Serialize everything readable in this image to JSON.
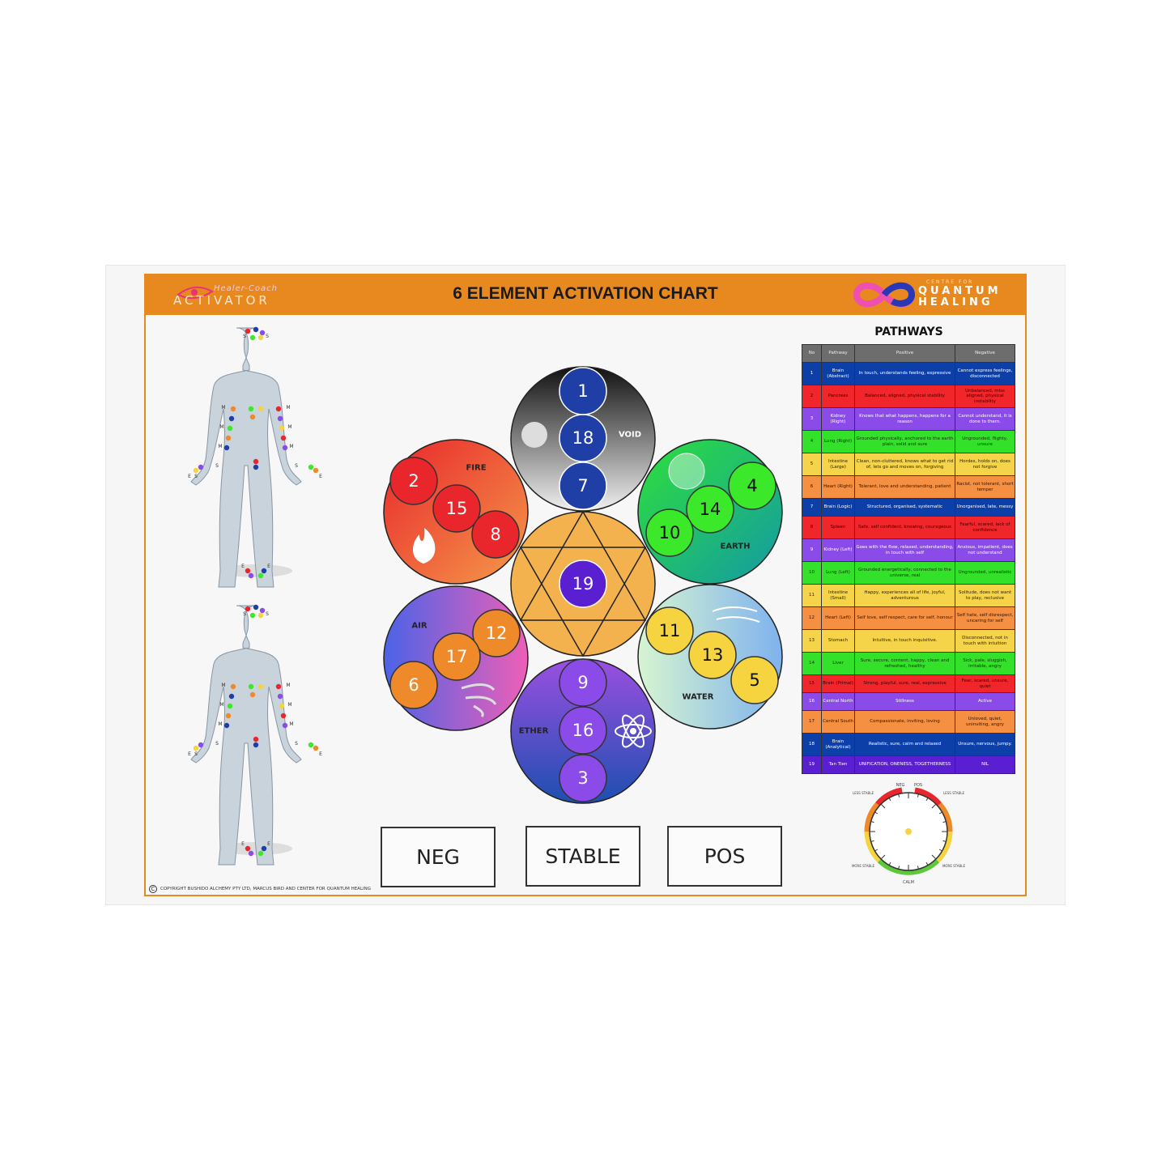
{
  "header": {
    "title": "6 ELEMENT ACTIVATION CHART",
    "logo_left": {
      "line1": "Healer-Coach",
      "line2": "ACTIVATOR"
    },
    "logo_right": {
      "line1": "CENTRE FOR",
      "line2": "QUANTUM",
      "line3": "HEALING"
    }
  },
  "elements": [
    {
      "name": "VOID",
      "color": "#111111",
      "gradient_to": "#f0f0f0",
      "dot_color": "#1f3fa6",
      "text_color": "#ffffff",
      "numbers": [
        "1",
        "18",
        "7"
      ]
    },
    {
      "name": "FIRE",
      "color": "#e8262b",
      "gradient_to": "#f59a4a",
      "dot_color": "#e8262b",
      "text_color": "#ffffff",
      "numbers": [
        "2",
        "15",
        "8"
      ]
    },
    {
      "name": "EARTH",
      "color": "#2ee03a",
      "gradient_to": "#139aa5",
      "dot_color": "#3be82a",
      "text_color": "#111111",
      "numbers": [
        "4",
        "14",
        "10"
      ]
    },
    {
      "name": "AIR",
      "color": "#4b63e8",
      "gradient_to": "#ee5fb6",
      "dot_color": "#ef8a2a",
      "text_color": "#ffffff",
      "numbers": [
        "12",
        "17",
        "6"
      ]
    },
    {
      "name": "WATER",
      "color": "#d6f5d0",
      "gradient_to": "#7fb2ee",
      "dot_color": "#f5d440",
      "text_color": "#111111",
      "numbers": [
        "11",
        "13",
        "5"
      ]
    },
    {
      "name": "ETHER",
      "color": "#9b4fe0",
      "gradient_to": "#1d4fb0",
      "dot_color": "#8a4be8",
      "text_color": "#ffffff",
      "numbers": [
        "9",
        "16",
        "3"
      ]
    }
  ],
  "center": {
    "number": "19",
    "color": "#f3b24e",
    "dot_color": "#5a1fd1"
  },
  "buttons": {
    "neg": "NEG",
    "stable": "STABLE",
    "pos": "POS"
  },
  "pathways": {
    "title": "PATHWAYS",
    "columns": [
      "No",
      "Pathway",
      "Positive",
      "Negative"
    ],
    "rows": [
      {
        "no": "1",
        "pathway": "Brain (Abstract)",
        "positive": "In touch, understands feeling, expressive",
        "negative": "Cannot express feelings, disconnected",
        "color": "#0d3fa8",
        "text": "#ffffff"
      },
      {
        "no": "2",
        "pathway": "Pancreas",
        "positive": "Balanced, aligned, physical stability",
        "negative": "Unbalanced, miss aligned, physical instability",
        "color": "#f0262a",
        "text": "#3a0000"
      },
      {
        "no": "3",
        "pathway": "Kidney (Right)",
        "positive": "Knows that what happens, happens for a reason",
        "negative": "Cannot understand, it is done to them.",
        "color": "#8a4be8",
        "text": "#ffffff"
      },
      {
        "no": "4",
        "pathway": "Lung (Right)",
        "positive": "Grounded physically, anchored to the earth plain, solid and sure",
        "negative": "Ungrounded, flighty, unsure",
        "color": "#33e02a",
        "text": "#113300"
      },
      {
        "no": "5",
        "pathway": "Intestine (Large)",
        "positive": "Clean, non-cluttered, knows what to get rid of, lets go and moves on, forgiving",
        "negative": "Hordes, holds on, does not forgive",
        "color": "#f5d44a",
        "text": "#332200"
      },
      {
        "no": "6",
        "pathway": "Heart (Right)",
        "positive": "Tolerant, love and understanding, patient",
        "negative": "Racist, not tolerant, short temper",
        "color": "#f59042",
        "text": "#331100"
      },
      {
        "no": "7",
        "pathway": "Brain (Logic)",
        "positive": "Structured, organised, systematic",
        "negative": "Unorganised, late, messy",
        "color": "#0d3fa8",
        "text": "#ffffff"
      },
      {
        "no": "8",
        "pathway": "Spleen",
        "positive": "Safe, self confident, knowing, courageous",
        "negative": "Fearful, scared, lack of confidence",
        "color": "#f0262a",
        "text": "#3a0000"
      },
      {
        "no": "9",
        "pathway": "Kidney (Left)",
        "positive": "Goes with the flow, relaxed, understanding, in touch with self",
        "negative": "Anxious, impatient, does not understand",
        "color": "#8a4be8",
        "text": "#ffffff"
      },
      {
        "no": "10",
        "pathway": "Lung (Left)",
        "positive": "Grounded energetically, connected to the universe, real",
        "negative": "Ungrounded, unrealistic",
        "color": "#33e02a",
        "text": "#113300"
      },
      {
        "no": "11",
        "pathway": "Intestine (Small)",
        "positive": "Happy, experiences all of life, joyful, adventurous",
        "negative": "Solitude, does not want to play, reclusive",
        "color": "#f5d44a",
        "text": "#332200"
      },
      {
        "no": "12",
        "pathway": "Heart (Left)",
        "positive": "Self love, self respect, care for self, honour",
        "negative": "Self hate, self disrespect, uncaring for self",
        "color": "#f59042",
        "text": "#331100"
      },
      {
        "no": "13",
        "pathway": "Stomach",
        "positive": "Intuitive, in touch inquisitive.",
        "negative": "Disconnected, not in touch with intuition",
        "color": "#f5d44a",
        "text": "#332200"
      },
      {
        "no": "14",
        "pathway": "Liver",
        "positive": "Sure, secure, content, happy, clean and refreshed, healthy",
        "negative": "Sick, pale, sluggish, irritable, angry",
        "color": "#33e02a",
        "text": "#113300"
      },
      {
        "no": "15",
        "pathway": "Brain (Primal)",
        "positive": "Strong, playful, sure, real, expressive",
        "negative": "Fear, scared, unsure, quiet",
        "color": "#f0262a",
        "text": "#3a0000"
      },
      {
        "no": "16",
        "pathway": "Central North",
        "positive": "Stillness",
        "negative": "Active",
        "color": "#8a4be8",
        "text": "#ffffff"
      },
      {
        "no": "17",
        "pathway": "Central South",
        "positive": "Compassionate, inviting, loving",
        "negative": "Unloved, quiet, uninviting, angry",
        "color": "#f59042",
        "text": "#331100"
      },
      {
        "no": "18",
        "pathway": "Brain (Analytical)",
        "positive": "Realistic, sure, calm and relaxed",
        "negative": "Unsure, nervous, jumpy.",
        "color": "#0d3fa8",
        "text": "#ffffff"
      },
      {
        "no": "19",
        "pathway": "Tan Tien",
        "positive": "UNIFICATION, ONENESS, TOGETHERNESS",
        "negative": "NIL",
        "color": "#5a1fd1",
        "text": "#ffffff"
      }
    ]
  },
  "gauge": {
    "neg": "NEG",
    "pos": "POS",
    "less_stable": "LESS STABLE",
    "more_stable": "MORE STABLE",
    "calm": "CALM"
  },
  "body_labels": {
    "m": "M",
    "s": "S",
    "e": "E"
  },
  "copyright": "COPYRIGHT BUSHIDO ALCHEMY PTY LTD, MARCUS BIRD AND CENTER FOR QUANTUM HEALING"
}
